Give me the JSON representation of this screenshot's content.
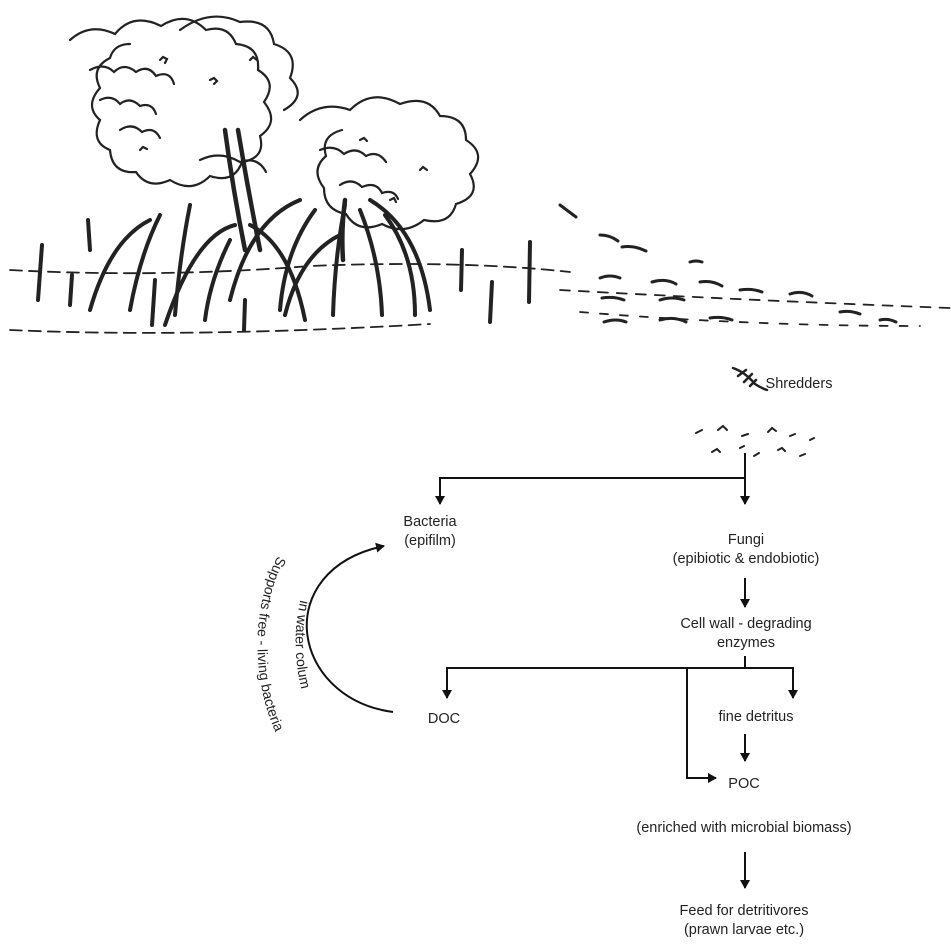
{
  "labels": {
    "shredders": "Shredders",
    "bacteria": [
      "Bacteria",
      "(epifilm)"
    ],
    "fungi": [
      "Fungi",
      "(epibiotic & endobiotic)"
    ],
    "enzymes": [
      "Cell wall - degrading",
      "enzymes"
    ],
    "doc": "DOC",
    "fine_detritus": "fine detritus",
    "poc": "POC",
    "enriched": "(enriched with microbial biomass)",
    "feed": [
      "Feed for detritivores",
      "(prawn larvae etc.)"
    ],
    "cycle": [
      "Supports free - living bacteria",
      "in water colum"
    ]
  },
  "illustration": "mangrove-tree-sketch"
}
